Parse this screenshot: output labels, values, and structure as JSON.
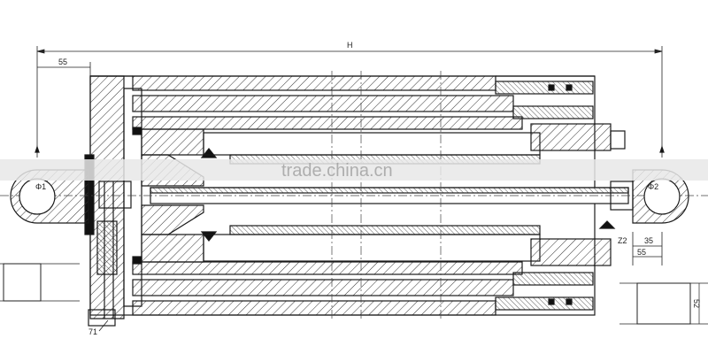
{
  "drawing": {
    "overall_length_label": "H",
    "left_offset_label": "55",
    "right_offset_label_upper": "35",
    "right_offset_label_lower": "55",
    "right_angle_label": "Z2",
    "pin_left_label": "Φ1",
    "pin_right_label": "Φ2",
    "section_height_label": "52",
    "callout_label": "71"
  },
  "watermark": {
    "text": "trade.china.cn"
  },
  "colors": {
    "line": "#1a1a1a",
    "hatch": "#333333",
    "band": "#e8e8e8"
  }
}
